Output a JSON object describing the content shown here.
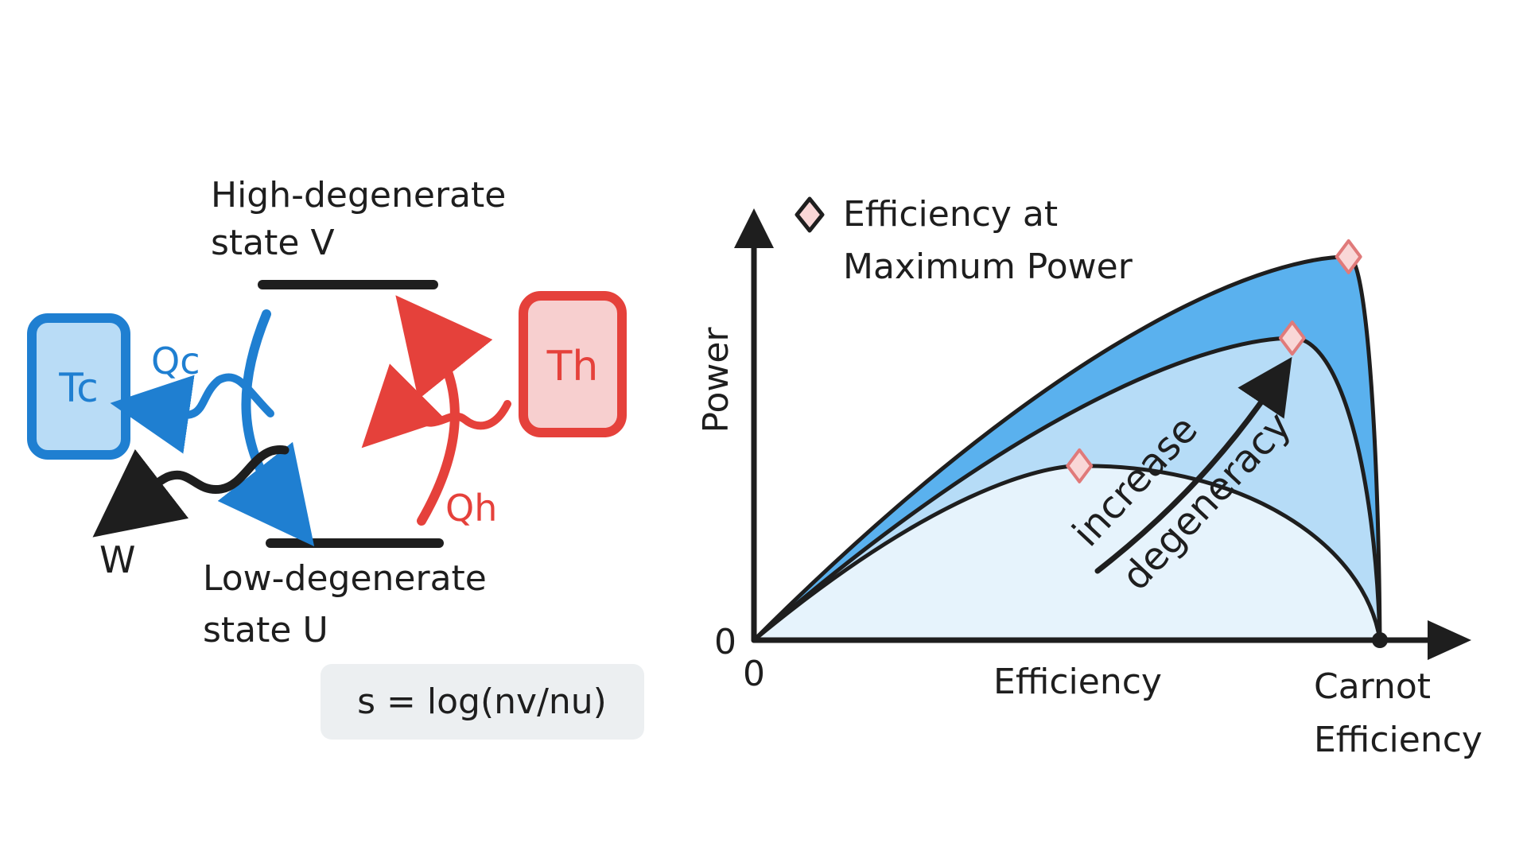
{
  "diagram": {
    "high_state_label": [
      "High-degenerate",
      "state V"
    ],
    "low_state_label": [
      "Low-degenerate",
      "state U"
    ],
    "cold_reservoir_label": "Tc",
    "hot_reservoir_label": "Th",
    "cold_heat_label": "Qc",
    "hot_heat_label": "Qh",
    "work_label": "W",
    "formula": "s = log(nv/nu)",
    "colors": {
      "cold": "#1f7fd1",
      "cold_fill": "#b9dcf6",
      "hot": "#e5413b",
      "hot_fill": "#f7cfcf",
      "line": "#1e1e1e",
      "formula_bg": "#eceff1"
    }
  },
  "chart_data": {
    "type": "area",
    "title": "",
    "xlabel": "Efficiency",
    "ylabel": "Power",
    "x_origin_label": "0",
    "y_origin_label": "0",
    "x_end_label": [
      "Carnot",
      "Efficiency"
    ],
    "xlim": [
      0,
      1
    ],
    "ylim": [
      0,
      1
    ],
    "legend": {
      "label": [
        "Efficiency at",
        "Maximum Power"
      ],
      "placement": "top-left",
      "marker": "diamond"
    },
    "annotation": {
      "text": [
        "increase",
        "degeneracy"
      ]
    },
    "series": [
      {
        "max_power_point": {
          "x": 0.52,
          "y": 0.45
        },
        "fill": "#e6f3fc"
      },
      {
        "max_power_point": {
          "x": 0.86,
          "y": 0.78
        },
        "fill": "#b6dcf7"
      },
      {
        "max_power_point": {
          "x": 0.95,
          "y": 0.99
        },
        "fill": "#5ab1ee"
      }
    ],
    "colors": {
      "marker_fill": "#f9d7d7",
      "marker_stroke": "#e07a7a",
      "axis": "#1e1e1e"
    }
  }
}
